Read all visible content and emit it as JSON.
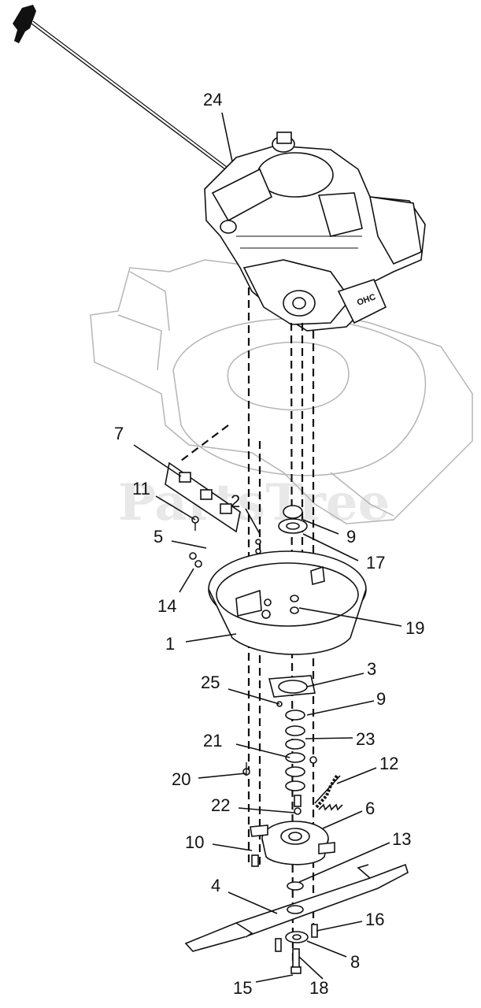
{
  "watermark": "PartsTree",
  "callouts": {
    "c1": "1",
    "c2": "2",
    "c3": "3",
    "c4": "4",
    "c5": "5",
    "c6": "6",
    "c7": "7",
    "c8": "8",
    "c9a": "9",
    "c9b": "9",
    "c10": "10",
    "c11": "11",
    "c12": "12",
    "c13": "13",
    "c14": "14",
    "c15": "15",
    "c16": "16",
    "c17": "17",
    "c18": "18",
    "c19": "19",
    "c20": "20",
    "c21": "21",
    "c22": "22",
    "c23": "23",
    "c24": "24",
    "c25": "25"
  },
  "engine_badge": "OHC"
}
